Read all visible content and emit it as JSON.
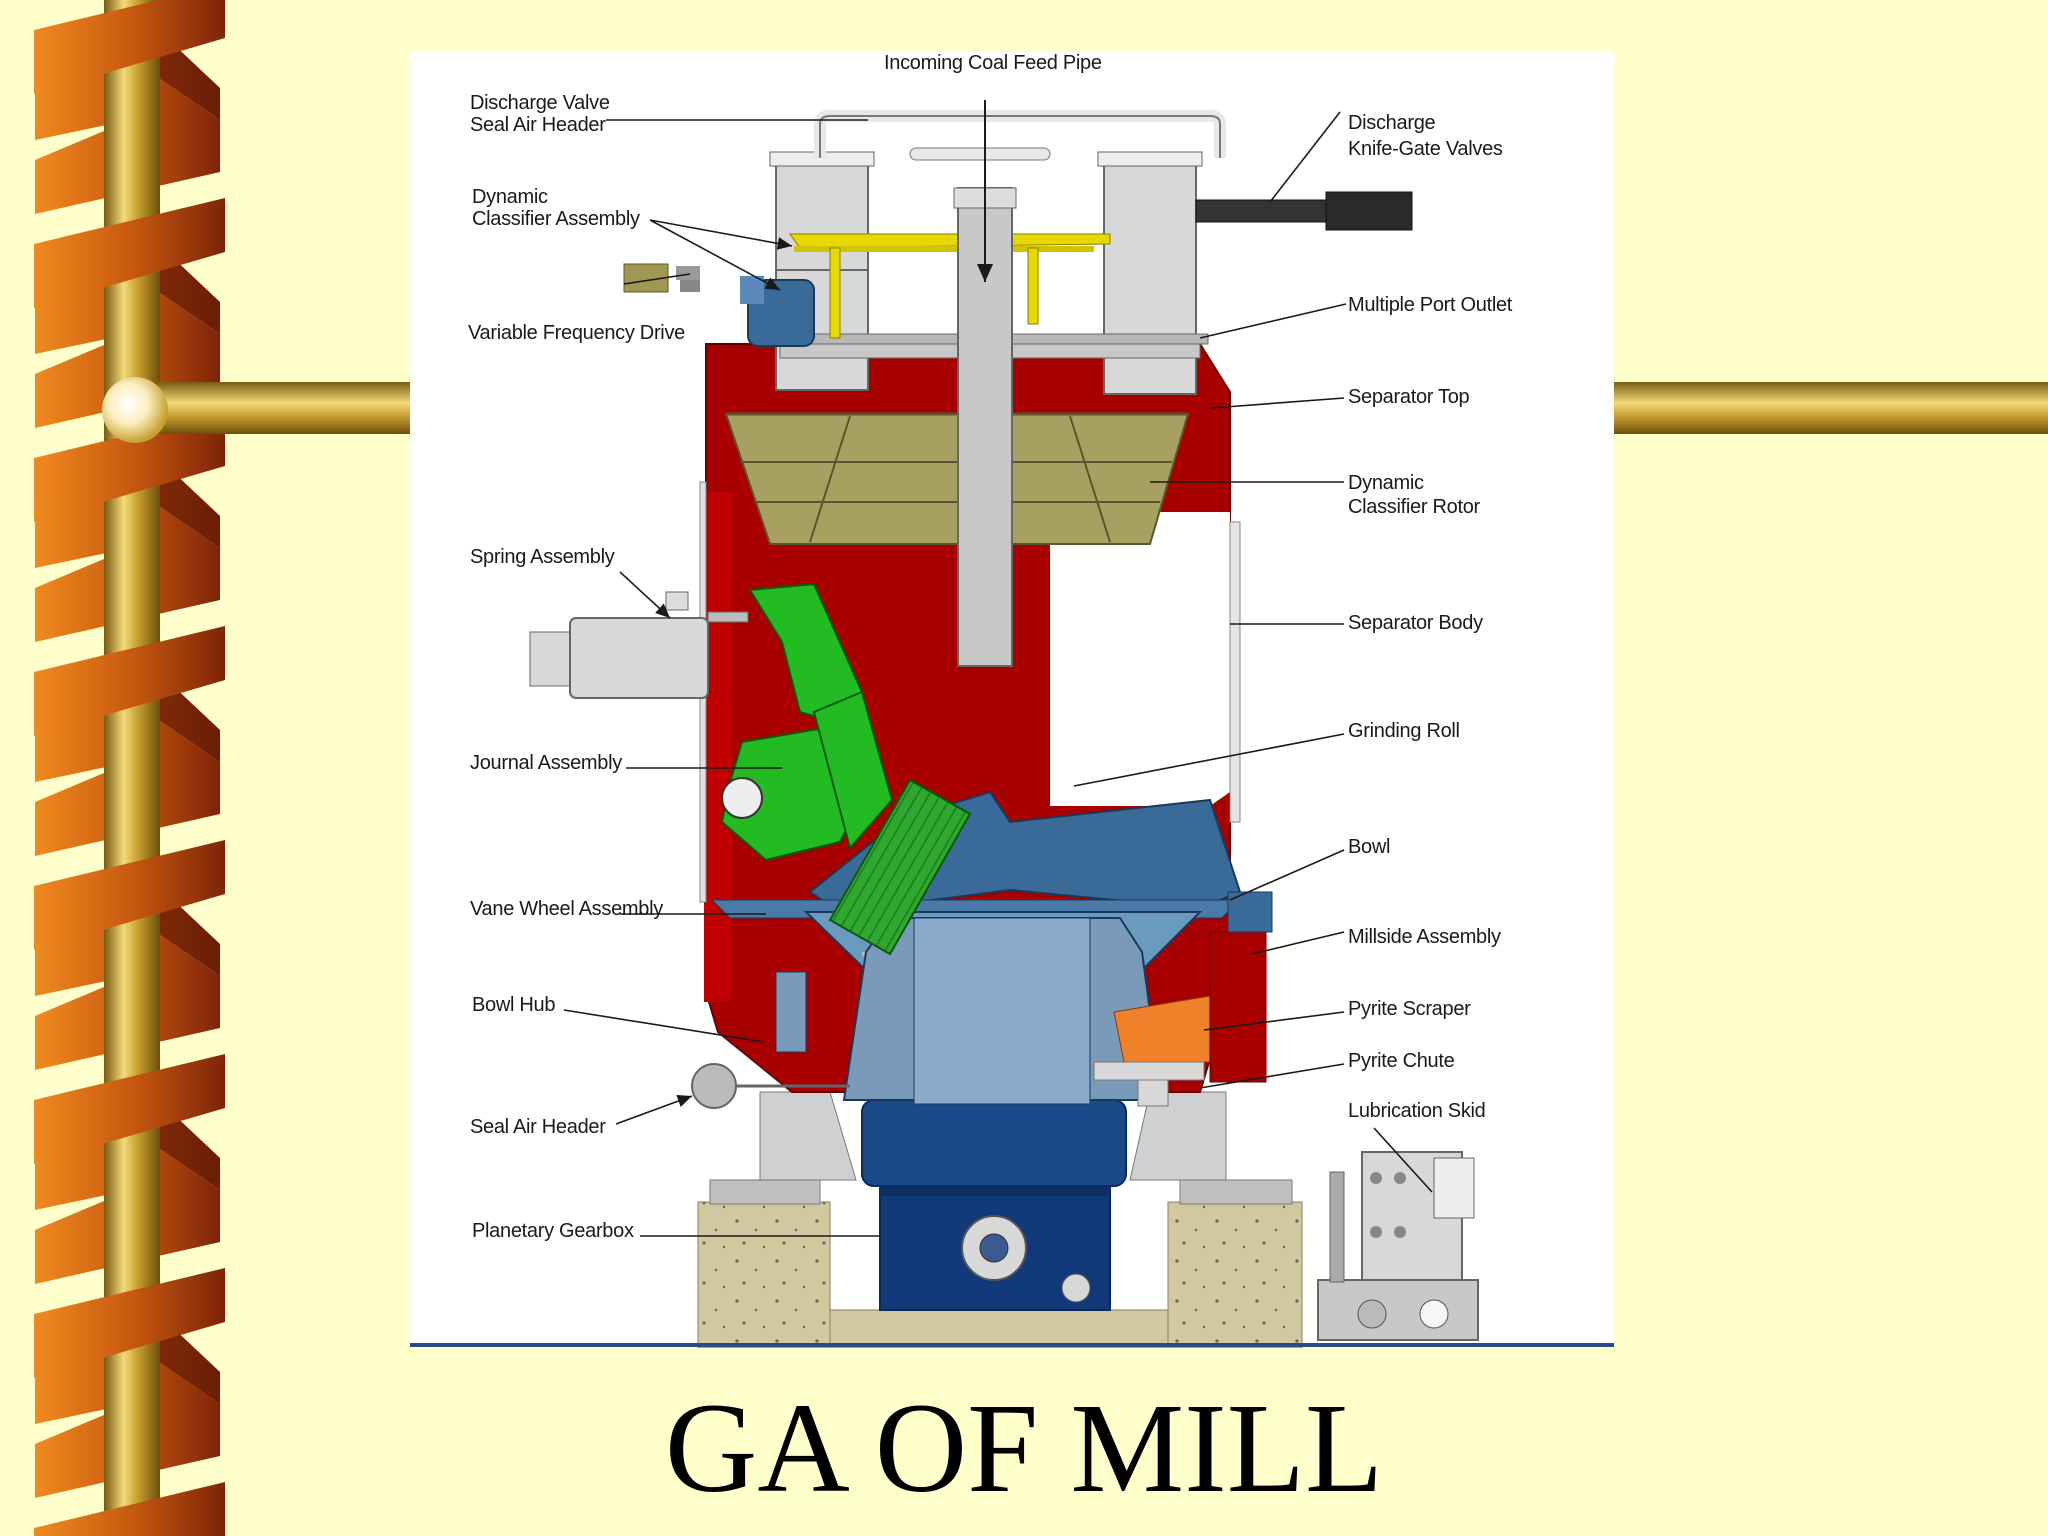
{
  "slide": {
    "title": "GA OF MILL"
  },
  "colors": {
    "background": "#FFFFCC",
    "pole_gold": "#C8A030",
    "ribbon": "#B54A10",
    "mill_red": "#A80000",
    "classifier_olive": "#A8A060",
    "bowl_blue": "#3A6A98",
    "gearbox_navy": "#123A7A",
    "journal_green": "#22BB22",
    "concrete": "#D2C8A0"
  },
  "diagram": {
    "labels": {
      "incoming_coal_feed_pipe": "Incoming Coal Feed Pipe",
      "discharge_valve_seal_air_header_1": "Discharge Valve",
      "discharge_valve_seal_air_header_2": "Seal Air Header",
      "dynamic_classifier_assembly_1": "Dynamic",
      "dynamic_classifier_assembly_2": "Classifier Assembly",
      "variable_frequency_drive": "Variable Frequency Drive",
      "spring_assembly": "Spring Assembly",
      "journal_assembly": "Journal Assembly",
      "vane_wheel_assembly": "Vane Wheel Assembly",
      "bowl_hub": "Bowl Hub",
      "seal_air_header": "Seal Air Header",
      "planetary_gearbox": "Planetary Gearbox",
      "discharge_knife_gate_valves_1": "Discharge",
      "discharge_knife_gate_valves_2": "Knife-Gate Valves",
      "multiple_port_outlet": "Multiple Port Outlet",
      "separator_top": "Separator Top",
      "dynamic_classifier_rotor_1": "Dynamic",
      "dynamic_classifier_rotor_2": "Classifier Rotor",
      "separator_body": "Separator Body",
      "grinding_roll": "Grinding Roll",
      "bowl": "Bowl",
      "millside_assembly": "Millside Assembly",
      "pyrite_scraper": "Pyrite Scraper",
      "pyrite_chute": "Pyrite Chute",
      "lubrication_skid": "Lubrication Skid"
    }
  }
}
